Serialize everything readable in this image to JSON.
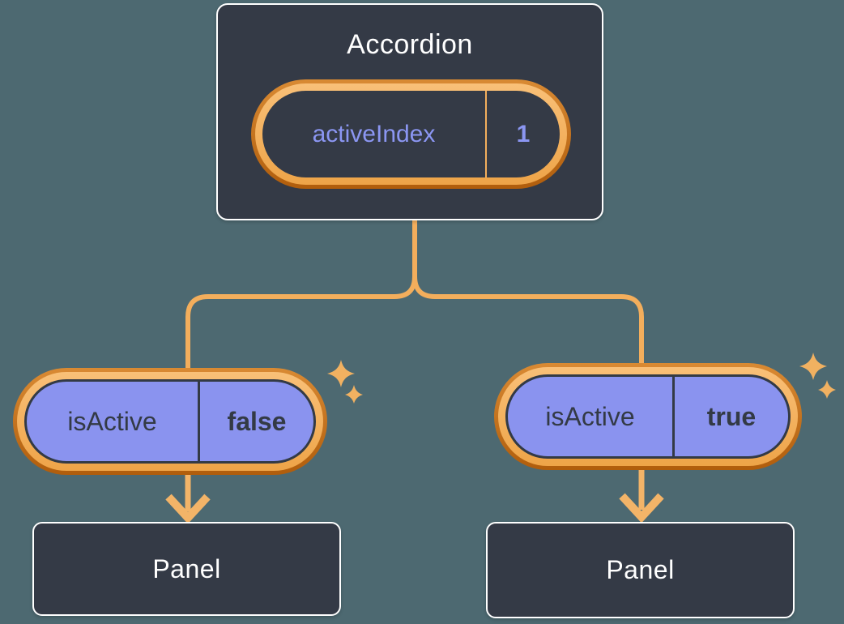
{
  "diagram": {
    "accordion": {
      "title": "Accordion",
      "state": {
        "name": "activeIndex",
        "value": "1"
      }
    },
    "panels": [
      {
        "prop": {
          "name": "isActive",
          "value": "false"
        },
        "label": "Panel"
      },
      {
        "prop": {
          "name": "isActive",
          "value": "true"
        },
        "label": "Panel"
      }
    ],
    "colors": {
      "background": "#4d6971",
      "node_fill": "#343a46",
      "node_border": "#ffffff",
      "node_text": "#ffffff",
      "state_text": "#8b96f2",
      "prop_fill": "#8a93ef",
      "prop_text": "#333a45",
      "connector_line": "#f3ae5c",
      "ring_outer": "#b05d0c",
      "ring_inner": "#f3ae5c",
      "sparkle": "#f1b161"
    }
  }
}
